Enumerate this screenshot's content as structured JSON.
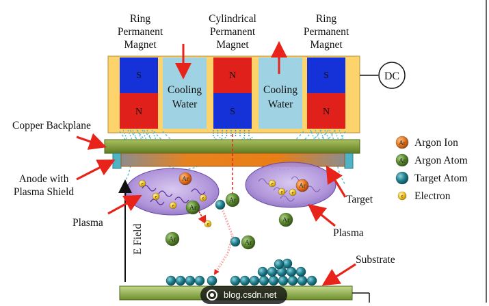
{
  "labels": {
    "ring_magnet_left": [
      "Ring",
      "Permanent",
      "Magnet"
    ],
    "cylindrical_magnet": [
      "Cylindrical",
      "Permanent",
      "Magnet"
    ],
    "ring_magnet_right": [
      "Ring",
      "Permanent",
      "Magnet"
    ],
    "cooling_water_left": [
      "Cooling",
      "Water"
    ],
    "cooling_water_right": [
      "Cooling",
      "Water"
    ],
    "dc": "DC",
    "copper_backplane": "Copper Backplane",
    "anode": [
      "Anode with",
      "Plasma Shield"
    ],
    "plasma_left": "Plasma",
    "plasma_right": "Plasma",
    "target": "Target",
    "e_field": "E Field",
    "substrate": "Substrate"
  },
  "pole_labels": {
    "south": "S",
    "north": "N"
  },
  "particle_symbols": {
    "argon_ion": "Ar",
    "argon_atom": "Ar",
    "electron": "e"
  },
  "legend": [
    {
      "name": "Argon Ion",
      "symbol": "Ar",
      "color": "#e8771e"
    },
    {
      "name": "Argon Atom",
      "symbol": "Ar",
      "color": "#5b8a2e"
    },
    {
      "name": "Target Atom",
      "symbol": "",
      "color": "#1f7f8e"
    },
    {
      "name": "Electron",
      "symbol": "e",
      "color": "#f2c21b"
    }
  ],
  "watermark": "blog.csdn.net",
  "colors": {
    "housing": "#fdd36b",
    "magnet_south": "#1432d8",
    "magnet_north": "#e0201b",
    "cooling_water": "#9fd3e3",
    "backplane": "#7f9a3a",
    "target": "#e6821e",
    "anode": "#4fb3c4",
    "plasma": "#9d7fd0",
    "substrate": "#8fb04a",
    "arrow": "#e8231a",
    "field_lines": "#4ab0d6"
  }
}
